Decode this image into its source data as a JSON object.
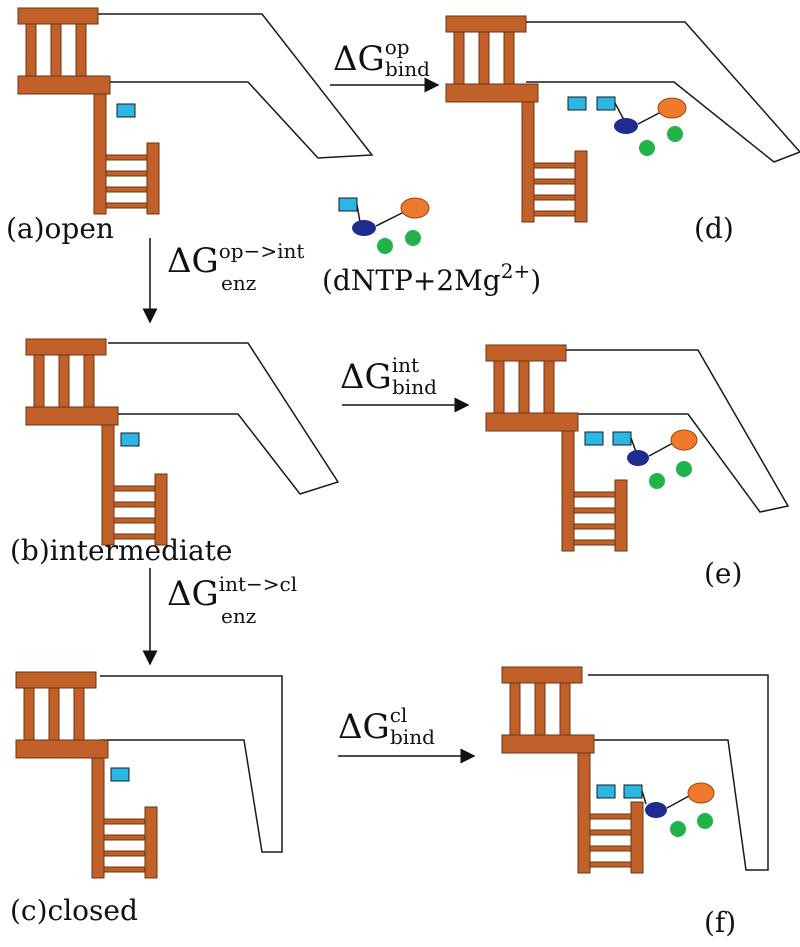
{
  "colors": {
    "enzyme": "#c2602a",
    "enzyme_edge": "#6b3410",
    "dntp_square": "#2bb7e6",
    "dntp_base": "#1f2c8f",
    "dntp_phosphate": "#f07a2b",
    "magnesium": "#22b24a",
    "outline": "#1a1a1a"
  },
  "states": {
    "a": {
      "label": "(a)open"
    },
    "b": {
      "label": "(b)intermediate"
    },
    "c": {
      "label": "(c)closed"
    },
    "d": {
      "label": "(d)"
    },
    "e": {
      "label": "(e)"
    },
    "f": {
      "label": "(f)"
    }
  },
  "transitions": {
    "op_int": {
      "symbol": "ΔG",
      "sup": "op−>int",
      "sub": "enz"
    },
    "int_cl": {
      "symbol": "ΔG",
      "sup": "int−>cl",
      "sub": "enz"
    },
    "bind_op": {
      "symbol": "ΔG",
      "sup": "op",
      "sub": "bind"
    },
    "bind_int": {
      "symbol": "ΔG",
      "sup": "int",
      "sub": "bind"
    },
    "bind_cl": {
      "symbol": "ΔG",
      "sup": "cl",
      "sub": "bind"
    }
  },
  "ligand": {
    "label_start": "(dNTP+2Mg",
    "label_sup": "2+",
    "label_end": ")"
  }
}
